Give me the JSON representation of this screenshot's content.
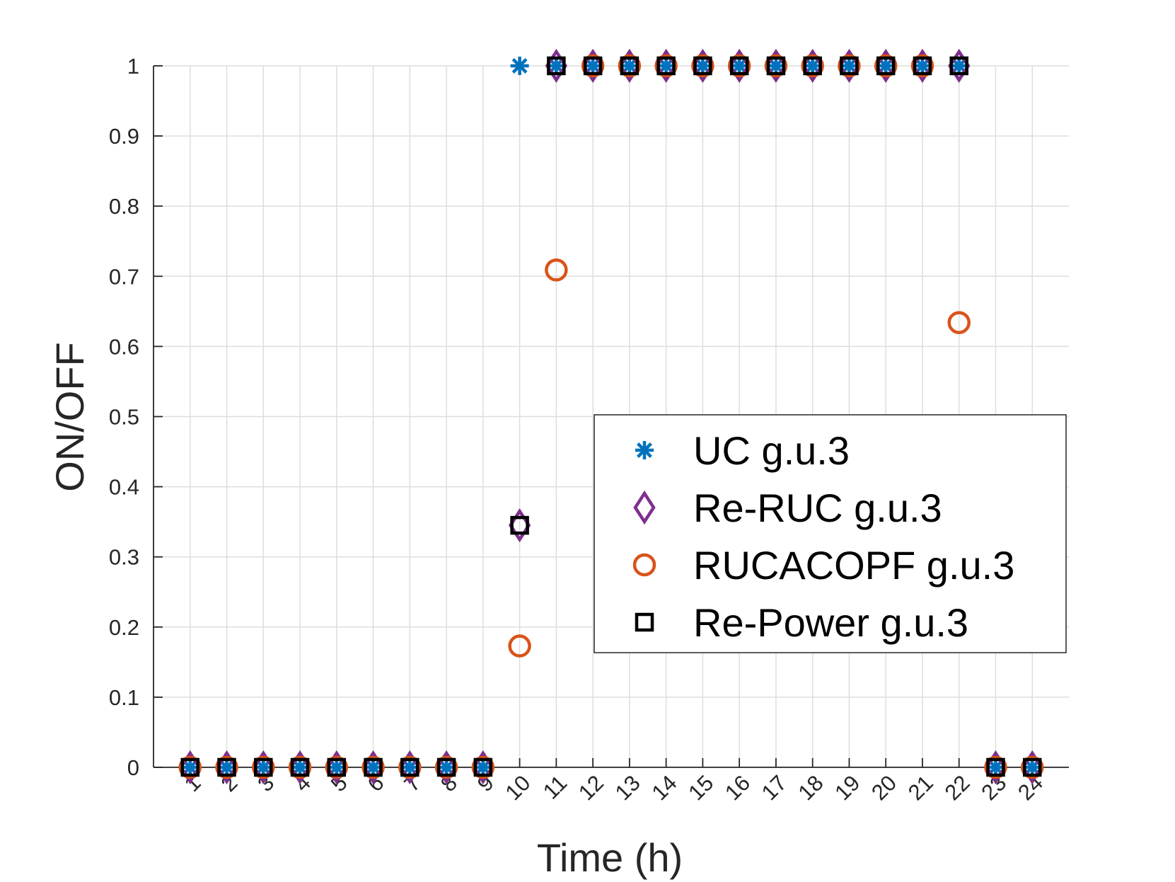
{
  "chart_data": {
    "type": "scatter",
    "title": "",
    "xlabel": "Time (h)",
    "ylabel": "ON/OFF",
    "xlim": [
      0,
      25
    ],
    "ylim": [
      0,
      1
    ],
    "grid": true,
    "legend_position": "center-right",
    "x_ticks": [
      "1",
      "2",
      "3",
      "4",
      "5",
      "6",
      "7",
      "8",
      "9",
      "10",
      "11",
      "12",
      "13",
      "14",
      "15",
      "16",
      "17",
      "18",
      "19",
      "20",
      "21",
      "22",
      "23",
      "24"
    ],
    "y_ticks": [
      "0",
      "0.1",
      "0.2",
      "0.3",
      "0.4",
      "0.5",
      "0.6",
      "0.7",
      "0.8",
      "0.9",
      "1"
    ],
    "x": [
      1,
      2,
      3,
      4,
      5,
      6,
      7,
      8,
      9,
      10,
      11,
      12,
      13,
      14,
      15,
      16,
      17,
      18,
      19,
      20,
      21,
      22,
      23,
      24
    ],
    "series": [
      {
        "name": "UC g.u.3",
        "marker": "asterisk",
        "color": "#0072BD",
        "values": [
          0,
          0,
          0,
          0,
          0,
          0,
          0,
          0,
          0,
          1,
          1,
          1,
          1,
          1,
          1,
          1,
          1,
          1,
          1,
          1,
          1,
          1,
          0,
          0
        ]
      },
      {
        "name": "Re-RUC g.u.3",
        "marker": "diamond",
        "color": "#7E2F8E",
        "values": [
          0,
          0,
          0,
          0,
          0,
          0,
          0,
          0,
          0,
          0.345,
          1,
          1,
          1,
          1,
          1,
          1,
          1,
          1,
          1,
          1,
          1,
          1,
          0,
          0
        ]
      },
      {
        "name": "RUCACOPF g.u.3",
        "marker": "circle",
        "color": "#D95319",
        "values": [
          0,
          0,
          0,
          0,
          0,
          0,
          0,
          0,
          0,
          0.173,
          0.709,
          1,
          1,
          1,
          1,
          1,
          1,
          1,
          1,
          1,
          1,
          0.634,
          0,
          0
        ]
      },
      {
        "name": "Re-Power g.u.3",
        "marker": "square",
        "color": "#000000",
        "values": [
          0,
          0,
          0,
          0,
          0,
          0,
          0,
          0,
          0,
          0.345,
          1,
          1,
          1,
          1,
          1,
          1,
          1,
          1,
          1,
          1,
          1,
          1,
          0,
          0
        ]
      }
    ]
  }
}
